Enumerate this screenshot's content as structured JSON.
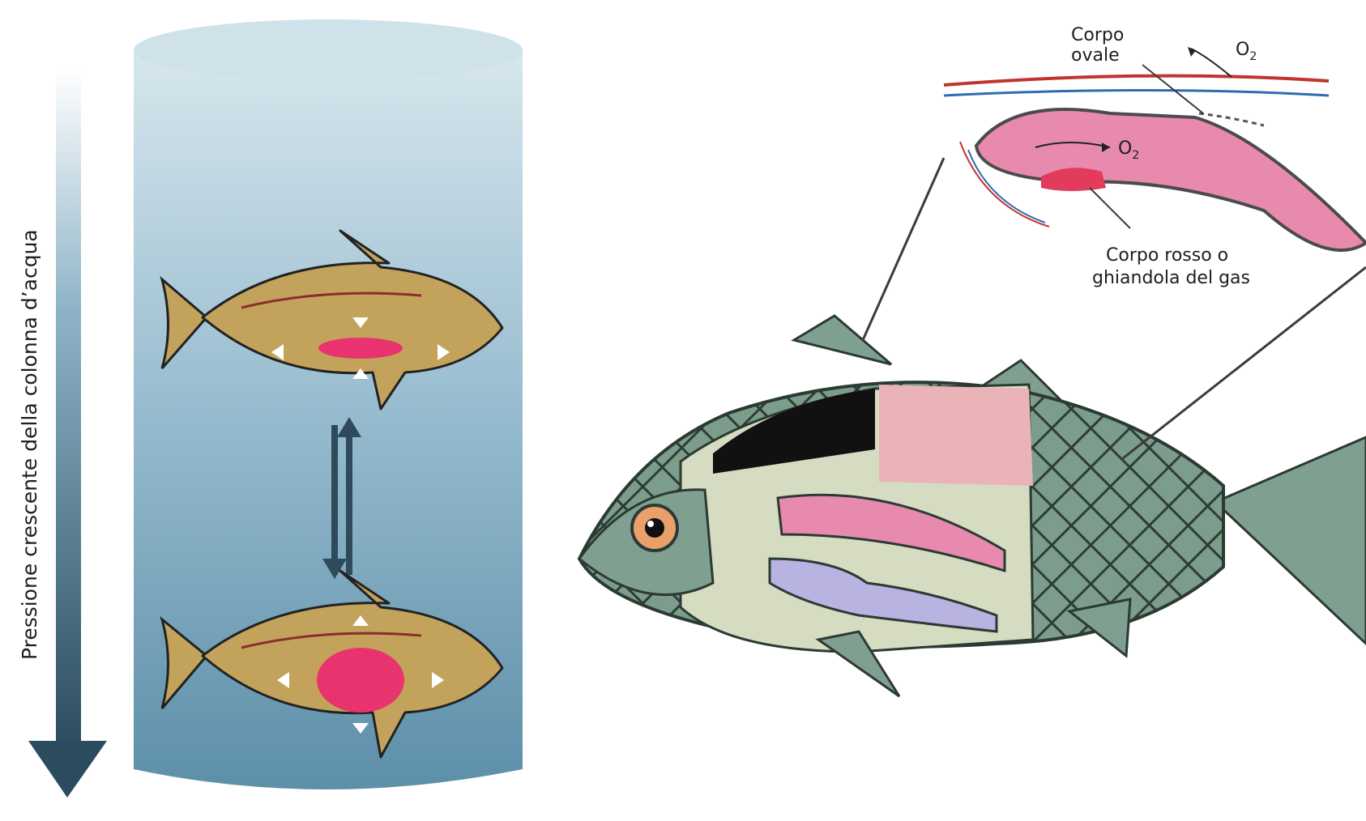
{
  "pressure_axis": {
    "label": "Pressione crescente della colonna d’acqua"
  },
  "labels": {
    "corpo_ovale": [
      "Corpo",
      "ovale"
    ],
    "corpo_rosso": [
      "Corpo rosso o",
      "ghiandola del gas"
    ],
    "oxygen_top": {
      "symbol": "O",
      "subscript": "2"
    },
    "oxygen_inner": {
      "symbol": "O",
      "subscript": "2"
    }
  },
  "colors": {
    "water_top": "#d6e7ee",
    "water_bottom": "#5f91ab",
    "fish_body": "#c3a35c",
    "swim_bladder": "#e8336e",
    "arrow_dark": "#2f4a5a",
    "big_fish_scales": "#7fa090",
    "bladder_pink": "#e88aad"
  },
  "icons": [
    "down-arrow-icon",
    "bidirectional-arrow-icon",
    "pressure-arrow-icon"
  ]
}
